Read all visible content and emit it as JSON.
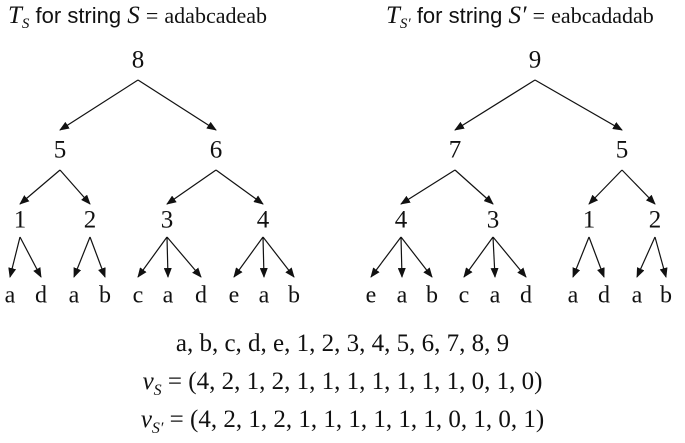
{
  "left_title": {
    "symbol": "T",
    "subscript": "S",
    "text": "for string",
    "string_symbol": "S",
    "equals": "=",
    "value": "adabcadeab"
  },
  "right_title": {
    "symbol": "T",
    "subscript": "S′",
    "text": "for string",
    "string_symbol": "S′",
    "equals": "=",
    "value": "eabcadadab"
  },
  "left_tree": {
    "root": "8",
    "level1": [
      "5",
      "6"
    ],
    "level2": [
      "1",
      "2",
      "3",
      "4"
    ],
    "leaves": [
      "a",
      "d",
      "a",
      "b",
      "c",
      "a",
      "d",
      "e",
      "a",
      "b"
    ]
  },
  "right_tree": {
    "root": "9",
    "level1": [
      "7",
      "5"
    ],
    "level2": [
      "4",
      "3",
      "1",
      "2"
    ],
    "leaves": [
      "e",
      "a",
      "b",
      "c",
      "a",
      "d",
      "a",
      "d",
      "a",
      "b"
    ]
  },
  "ordering": "a, b, c, d, e, 1, 2, 3, 4, 5, 6, 7, 8, 9",
  "vector_s": {
    "symbol": "v",
    "subscript": "S",
    "value": "= (4, 2, 1, 2, 1, 1, 1, 1, 1, 1, 1, 0, 1, 0)"
  },
  "vector_s_prime": {
    "symbol": "v",
    "subscript": "S′",
    "value": "= (4, 2, 1, 2, 1, 1, 1, 1, 1, 1, 0, 1, 0, 1)"
  }
}
